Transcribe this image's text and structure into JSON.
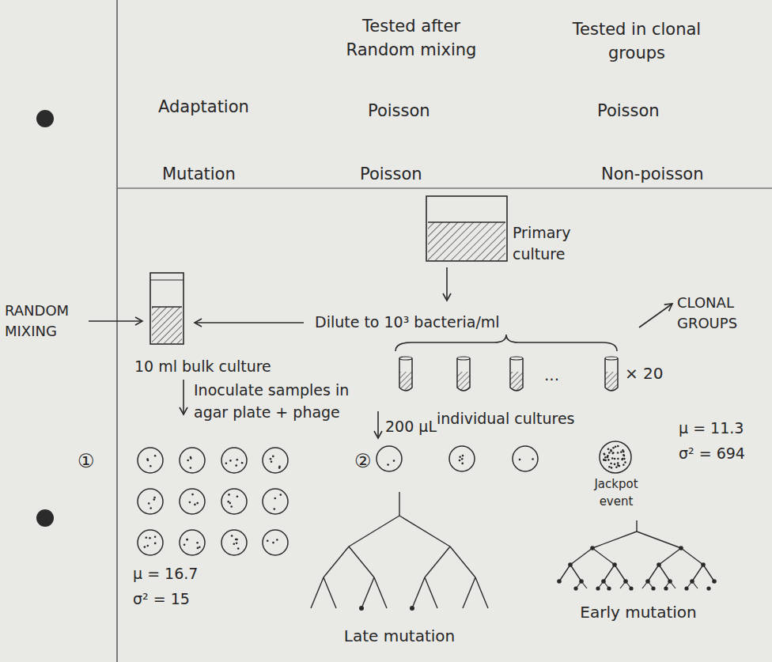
{
  "diagram": {
    "nodes": [
      {
        "text": [
          "Primary culture"
        ]
      },
      {
        "text": [
          "10 ml bulk culture"
        ]
      }
    ],
    "labels": [
      "Tested after Random mixing",
      "Tested in clonal groups",
      "Adaptation",
      "Poisson",
      "Poisson",
      "Mutation",
      "Poisson",
      "Non-poisson",
      "RANDOM MIXING",
      "Dilute to 10³ bacteria/ml",
      "CLONAL GROUPS",
      "Inoculate samples in agar plate + phage",
      "200 μL",
      "individual cultures",
      "...",
      "× 20",
      "①",
      "②",
      "Jackpot event",
      "μ = 11.3",
      "σ² = 694",
      "μ = 16.7",
      "σ² = 15",
      "Late mutation",
      "Early mutation"
    ]
  }
}
